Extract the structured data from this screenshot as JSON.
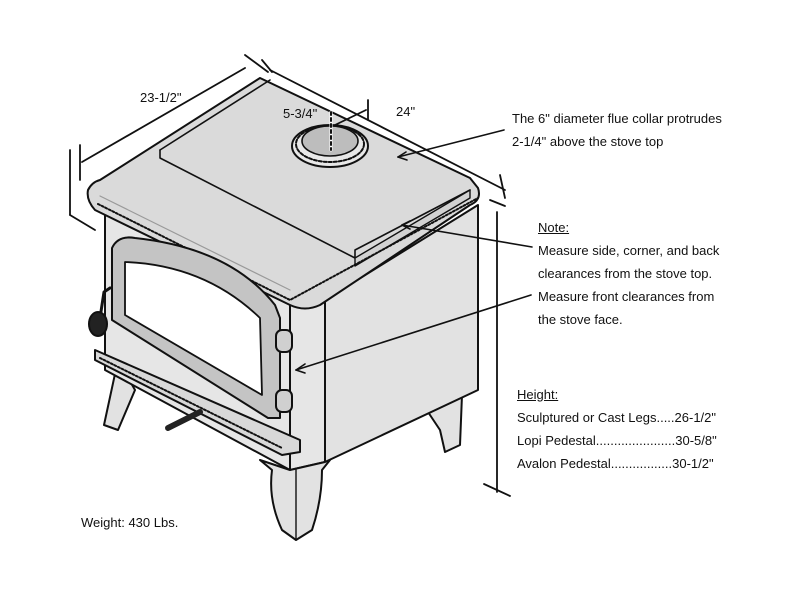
{
  "dimensions": {
    "width": "23-1/2\"",
    "depth": "24\"",
    "flue_offset": "5-3/4\""
  },
  "callouts": {
    "flue_collar": [
      "The 6\" diameter flue collar protrudes",
      "2-1/4\" above the stove top"
    ]
  },
  "note": {
    "heading": "Note:",
    "lines": [
      "Measure side, corner, and back",
      "clearances from the stove top.",
      "Measure front clearances from",
      "the stove face."
    ]
  },
  "height": {
    "heading": "Height:",
    "rows": [
      {
        "label": "Sculptured or Cast Legs",
        "leader": ".....",
        "value": "26-1/2\""
      },
      {
        "label": "Lopi Pedestal",
        "leader": "......................",
        "value": "30-5/8\""
      },
      {
        "label": "Avalon Pedestal",
        "leader": ".................",
        "value": "30-1/2\""
      }
    ]
  },
  "weight": "Weight: 430 Lbs.",
  "colors": {
    "stove_fill": "#e2e2e2",
    "stove_top": "#dadada",
    "door_frame": "#c4c4c4",
    "glass": "#ffffff",
    "outline": "#111111",
    "flue_inner": "#bdbdbd"
  }
}
